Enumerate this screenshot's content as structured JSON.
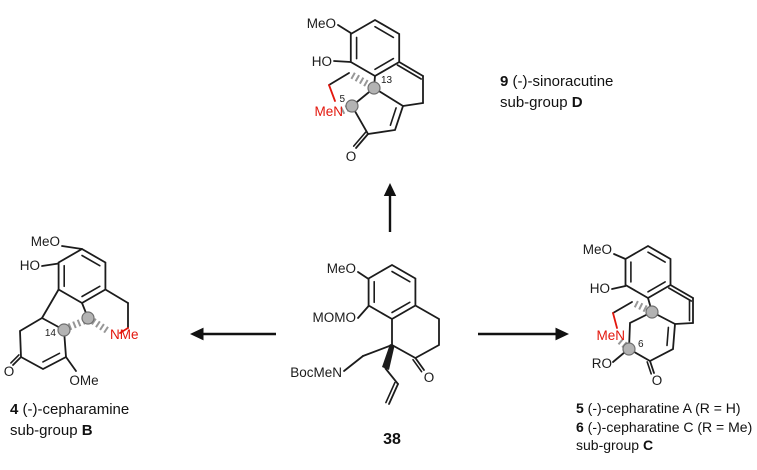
{
  "scheme": {
    "background": "#ffffff",
    "colors": {
      "bond": "#1c1c1c",
      "nitrogen_red": "#e3170d",
      "stereocenter_gray": "#b3b3b3",
      "hash_gray": "#979797"
    }
  },
  "molecules": {
    "sinoracutine": {
      "labels": {
        "meo": "MeO",
        "ho": "HO",
        "locant13": "13",
        "locant5": "5",
        "amine": "MeN",
        "ketone": "O"
      }
    },
    "cepharamine": {
      "labels": {
        "meo": "MeO",
        "ho": "HO",
        "locant14": "14",
        "amine": "NMe",
        "ketone": "O",
        "enol_ether": "OMe"
      }
    },
    "intermediate38": {
      "labels": {
        "meo": "MeO",
        "momo": "MOMO",
        "carbamate": "BocMeN",
        "ketone": "O"
      }
    },
    "cepharatine": {
      "labels": {
        "meo": "MeO",
        "ho": "HO",
        "amine": "MeN",
        "locant6": "6",
        "alkoxy": "RO",
        "ketone": "O"
      }
    }
  },
  "captions": {
    "sinoracutine": {
      "number": "9",
      "name": " (-)-sinoracutine",
      "subgroup_label": "sub-group ",
      "subgroup": "D"
    },
    "cepharamine": {
      "number": "4",
      "name": " (-)-cepharamine",
      "subgroup_label": "sub-group ",
      "subgroup": "B"
    },
    "intermediate": {
      "number": "38"
    },
    "cepharatine": {
      "line1_number": "5",
      "line1_name": " (-)-cepharatine A (R = H)",
      "line2_number": "6",
      "line2_name": " (-)-cepharatine C (R = Me)",
      "subgroup_label": "sub-group ",
      "subgroup": "C"
    }
  }
}
